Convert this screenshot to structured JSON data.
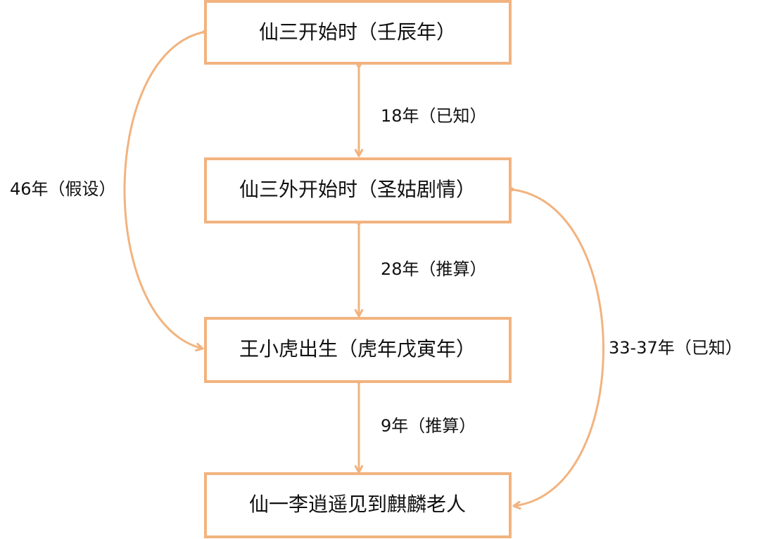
{
  "diagram": {
    "nodes": [
      {
        "label": "仙三开始时（壬辰年）"
      },
      {
        "label": "仙三外开始时（圣姑剧情）"
      },
      {
        "label": "王小虎出生（虎年戊寅年）"
      },
      {
        "label": "仙一李逍遥见到麒麟老人"
      }
    ],
    "edges": [
      {
        "label": "18年（已知）"
      },
      {
        "label": "28年（推算）"
      },
      {
        "label": "9年（推算）"
      },
      {
        "label": "46年（假设）"
      },
      {
        "label": "33-37年（已知）"
      }
    ],
    "colors": {
      "accent": "#f2b37f",
      "text": "#111111",
      "background": "#ffffff"
    }
  }
}
